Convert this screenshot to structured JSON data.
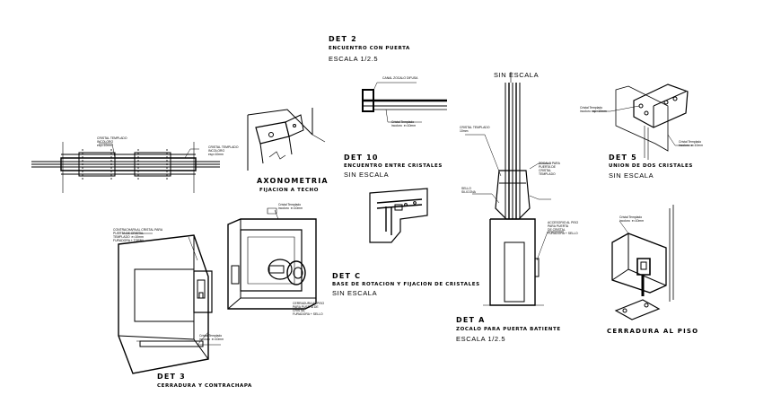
{
  "details": {
    "det2": {
      "title": "DET 2",
      "subtitle": "ENCUENTRO CON PUERTA",
      "scale": "ESCALA 1/2.5"
    },
    "axo": {
      "title": "AXONOMETRIA",
      "subtitle": "FIJACION A TECHO"
    },
    "det10": {
      "title": "DET 10",
      "subtitle": "ENCUENTRO ENTRE CRISTALES",
      "scale": "SIN ESCALA"
    },
    "det5": {
      "title": "DET 5",
      "subtitle": "UNION DE DOS CRISTALES",
      "scale": "SIN ESCALA"
    },
    "detc": {
      "title": "DET C",
      "subtitle": "BASE DE ROTACION Y FIJACION DE CRISTALES",
      "scale": "SIN ESCALA"
    },
    "deta": {
      "title": "DET A",
      "subtitle": "ZOCALO PARA PUERTA BATIENTE",
      "scale": "ESCALA 1/2.5"
    },
    "det3": {
      "title": "DET 3",
      "subtitle": "CERRADURA Y CONTRACHAPA"
    },
    "piso": {
      "title": "CERRADURA AL PISO"
    },
    "center": {
      "scale": "SIN ESCALA"
    }
  },
  "notes": {
    "n1": "CRISTAL TEMPLADO\nINCOLORO\nesp=10mm",
    "n2": "CRISTAL TEMPLADO\nINCOLORO\nesp=10mm",
    "n3": "CANAL ZOCALO DIFUSA",
    "n4": "Cristal Templado\nincoloro  e=10mm",
    "n5": "CRISTAL TEMPLADO\n10mm",
    "n6": "ZOCALO PARA\nPUERTA DE\nCRISTAL\nTEMPLADO",
    "n7": "SELLO\nSILICONA",
    "n8": "Cristal Templado\nincoloro esp=10mm",
    "n9": "Cristal Templado\nincoloro  e=10mm",
    "n10": "ACCESORIO AL PISO\nPARA PUERTA\nDE CRISTAL\nFURADORA + SELLO",
    "n11": "Cristal Templado\nincoloro  e=10mm",
    "n12": "CONTRACHAPA AL CRISTAL PARA\nPUERTA DE CRISTAL\nTEMPLADO  e=10mm\nFURADORA + TORNIL",
    "n13": "Cristal Templado\nincoloro  e=10mm",
    "n14": "CERRADURA AL PISO\nPARA PUERTA DE\nCRISTAL\nFURADORA + SELLO",
    "n15": "Cristal Templado\nincoloro  e=10mm"
  }
}
